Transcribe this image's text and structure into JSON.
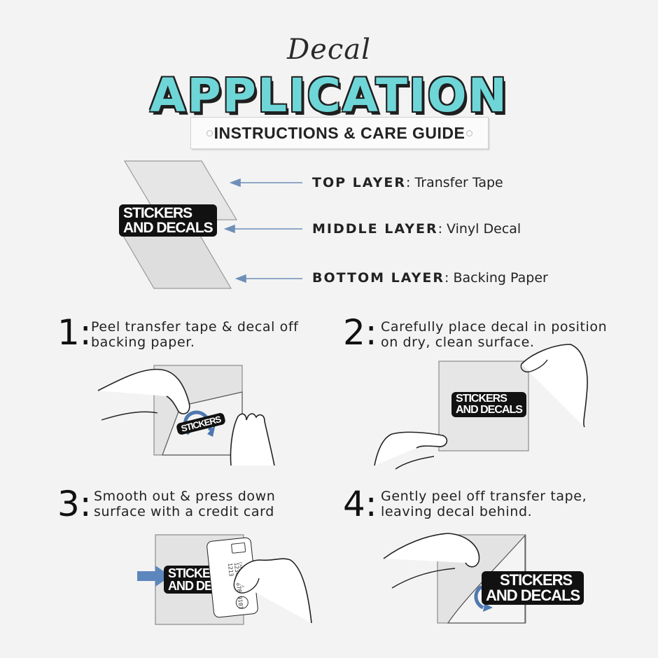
{
  "header": {
    "script_title": "Decal",
    "title": "APPLICATION",
    "subtitle": "INSTRUCTIONS & CARE GUIDE"
  },
  "layers": [
    {
      "name": "TOP LAYER",
      "desc": ": Transfer Tape"
    },
    {
      "name": "MIDDLE LAYER",
      "desc": ": Vinyl Decal"
    },
    {
      "name": "BOTTOM LAYER",
      "desc": ": Backing Paper"
    }
  ],
  "decal_text": {
    "line1": "STICKERS",
    "line2": "AND DECALS"
  },
  "steps": [
    {
      "num": "1:",
      "line1": "Peel transfer tape & decal off",
      "line2": "backing paper."
    },
    {
      "num": "2:",
      "line1": "Carefully place decal in position",
      "line2": "on dry, clean surface."
    },
    {
      "num": "3:",
      "line1": "Smooth out & press down",
      "line2": "surface with a credit card"
    },
    {
      "num": "4:",
      "line1": "Gently peel off transfer tape,",
      "line2": "leaving decal behind."
    }
  ],
  "card": {
    "number": "1234 5678 9101 1213",
    "name": "CARD HOLDER"
  },
  "colors": {
    "accent": "#6fd6d8",
    "arrow": "#6e8fb8",
    "ink": "#1f1f1f"
  }
}
